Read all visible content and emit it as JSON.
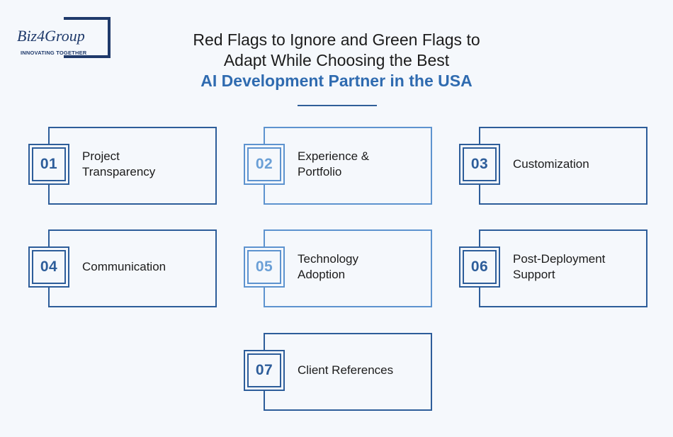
{
  "logo": {
    "brand": "Biz4Group",
    "tagline": "INNOVATING TOGETHER"
  },
  "title": {
    "line1": "Red Flags to Ignore and Green Flags to",
    "line2": "Adapt While Choosing the Best",
    "line3": "AI Development Partner in the USA"
  },
  "colors": {
    "primary": "#2d5d9a",
    "light": "#5d93cf",
    "accent_text": "#2f6bb0",
    "background": "#f5f8fc"
  },
  "items": [
    {
      "number": "01",
      "label": "Project\nTransparency"
    },
    {
      "number": "02",
      "label": "Experience &\nPortfolio"
    },
    {
      "number": "03",
      "label": "Customization"
    },
    {
      "number": "04",
      "label": "Communication"
    },
    {
      "number": "05",
      "label": "Technology\nAdoption"
    },
    {
      "number": "06",
      "label": "Post-Deployment\nSupport"
    },
    {
      "number": "07",
      "label": "Client References"
    }
  ]
}
